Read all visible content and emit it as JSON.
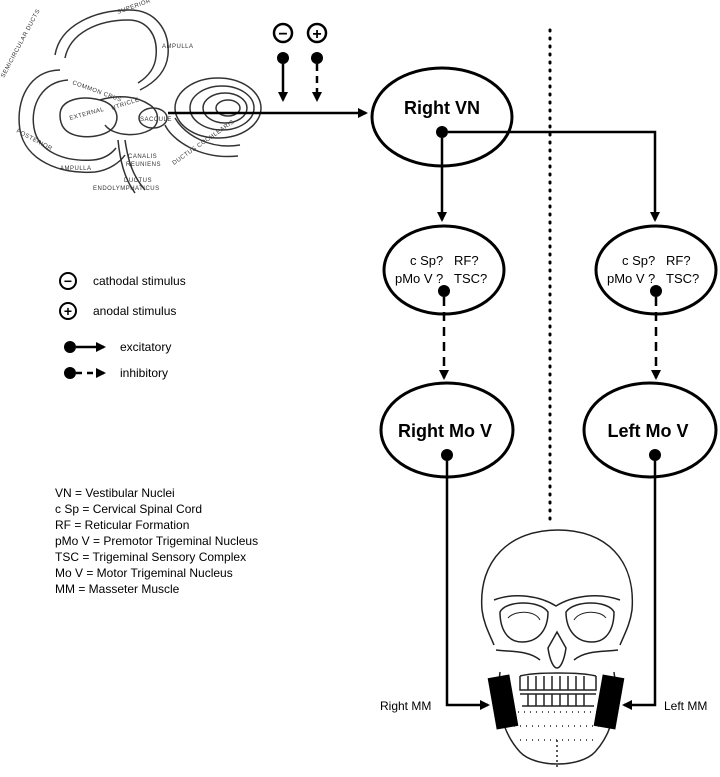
{
  "stimulus_signs": {
    "minus": "−",
    "plus": "+"
  },
  "nodes": {
    "right_vn": "Right VN",
    "relay_right": {
      "line1a": "c Sp?",
      "line1b": "RF?",
      "line2a": "pMo V",
      "line2q": "?",
      "line2b": "TSC?"
    },
    "relay_left": {
      "line1a": "c Sp?",
      "line1b": "RF?",
      "line2a": "pMo V",
      "line2q": "?",
      "line2b": "TSC?"
    },
    "right_mo_v": "Right Mo V",
    "left_mo_v": "Left Mo V"
  },
  "legend": {
    "cathodal": "cathodal stimulus",
    "anodal": "anodal stimulus",
    "excitatory": "excitatory",
    "inhibitory": "inhibitory"
  },
  "abbreviations": [
    "VN = Vestibular Nuclei",
    "c Sp = Cervical Spinal Cord",
    "RF = Reticular Formation",
    "pMo V = Premotor Trigeminal Nucleus",
    "TSC = Trigeminal Sensory Complex",
    "Mo V = Motor Trigeminal Nucleus",
    "MM = Masseter Muscle"
  ],
  "muscle_labels": {
    "right": "Right MM",
    "left": "Left MM"
  },
  "ear_labels": {
    "superior": "SUPERIOR",
    "semicircular": "SEMICIRCULAR DUCTS",
    "ampulla_top": "AMPULLA",
    "common_crus": "COMMON CRUS",
    "external": "EXTERNAL",
    "utricle": "UTRICLE",
    "saccule": "SACCULE",
    "posterior": "POSTERIOR",
    "ampulla_bottom": "AMPULLA",
    "canalis": "CANALIS",
    "reuniens": "REUNIENS",
    "ductus_cochlearis": "DUCTUS COCHLEARIS",
    "ductus": "DUCTUS",
    "endolymphaticus": "ENDOLYMPHATICUS"
  }
}
